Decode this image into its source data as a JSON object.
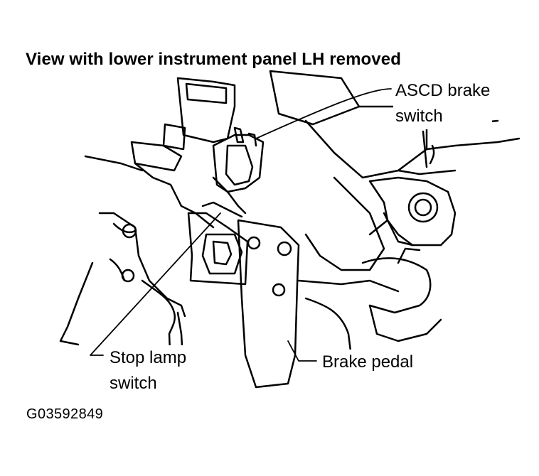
{
  "title": "View with lower instrument panel LH removed",
  "labels": {
    "ascd_brake_switch": [
      "ASCD brake",
      "switch"
    ],
    "stop_lamp_switch": [
      "Stop lamp",
      "switch"
    ],
    "brake_pedal": "Brake pedal"
  },
  "figure_id": "G03592849"
}
